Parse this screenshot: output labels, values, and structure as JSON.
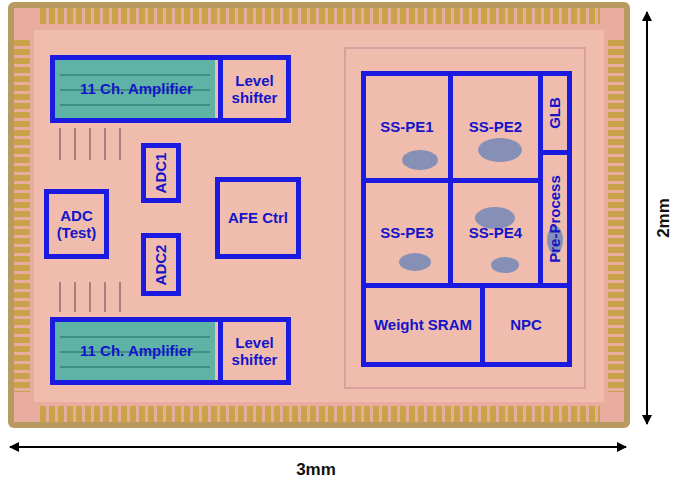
{
  "diagram": {
    "nodes": [
      {
        "text": [
          "11 Ch. Amplifier"
        ]
      },
      {
        "text": [
          "Level shifter"
        ]
      },
      {
        "text": [
          "ADC1"
        ]
      },
      {
        "text": [
          "ADC (Test)"
        ]
      },
      {
        "text": [
          "AFE Ctrl"
        ]
      },
      {
        "text": [
          "ADC2"
        ]
      },
      {
        "text": [
          "11 Ch. Amplifier"
        ]
      },
      {
        "text": [
          "Level shifter"
        ]
      },
      {
        "text": [
          "SS-PE1"
        ]
      },
      {
        "text": [
          "SS-PE2"
        ]
      },
      {
        "text": [
          "GLB"
        ]
      },
      {
        "text": [
          "Pre-Process"
        ]
      },
      {
        "text": [
          "SS-PE3"
        ]
      },
      {
        "text": [
          "SS-PE4"
        ]
      },
      {
        "text": [
          "Weight SRAM"
        ]
      },
      {
        "text": [
          "NPC"
        ]
      }
    ],
    "labels": [
      "3mm",
      "2mm"
    ]
  }
}
